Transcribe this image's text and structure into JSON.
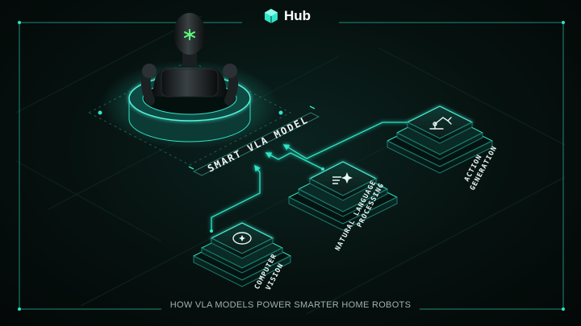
{
  "brand": {
    "name": "Hub",
    "icon": "cube-logo-icon"
  },
  "model_label": "SMART VLA MODEL",
  "nodes": [
    {
      "id": "computer_vision",
      "line1": "COMPUTER",
      "line2": "VISION",
      "icon": "eye-icon"
    },
    {
      "id": "nlp",
      "line1": "NATURAL LANGUAGE",
      "line2": "PROCESSING",
      "icon": "text-sparkle-icon"
    },
    {
      "id": "action_generation",
      "line1": "ACTION",
      "line2": "GENERATION",
      "icon": "robotic-arm-icon"
    }
  ],
  "footer": "HOW VLA MODELS POWER SMARTER HOME ROBOTS",
  "colors": {
    "accent": "#2ee6c8",
    "glow": "#1fd1b4",
    "background": "#050d0c"
  }
}
